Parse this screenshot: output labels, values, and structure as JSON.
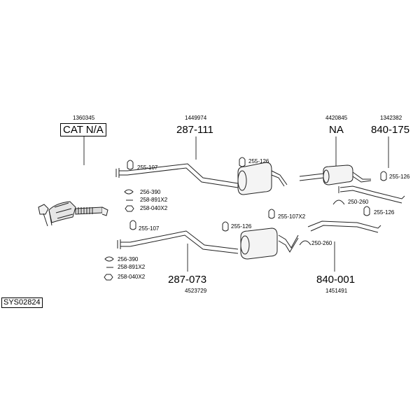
{
  "diagram": {
    "system_id": "SYS02824",
    "parts": {
      "catalytic": {
        "ref": "1360345",
        "name": "CAT N/A"
      },
      "front_pipe_top": {
        "ref": "1449974",
        "name": "287-111"
      },
      "middle_silencer_top": {
        "ref": "4420845",
        "name": "NA"
      },
      "rear_silencer_top": {
        "ref": "1342382",
        "name": "840-175"
      },
      "front_pipe_bottom": {
        "ref": "4523729",
        "name": "287-073"
      },
      "rear_silencer_bottom": {
        "ref": "1451491",
        "name": "840-001"
      }
    },
    "fittings": {
      "top_255_107": "255-107",
      "top_256_390": "256-390",
      "top_258_891": "258-891X2",
      "top_258_040": "258-040X2",
      "top_255_126": "255-126",
      "na_255_126": "255-126",
      "na_250_260": "250-260",
      "na_255_126_b": "255-126",
      "bot_255_107": "255-107",
      "bot_255_126": "255-126",
      "bot_255_107x2": "255-107X2",
      "bot_250_260": "250-260",
      "bot_256_390": "256-390",
      "bot_258_891": "258-891X2",
      "bot_258_040": "258-040X2"
    }
  }
}
